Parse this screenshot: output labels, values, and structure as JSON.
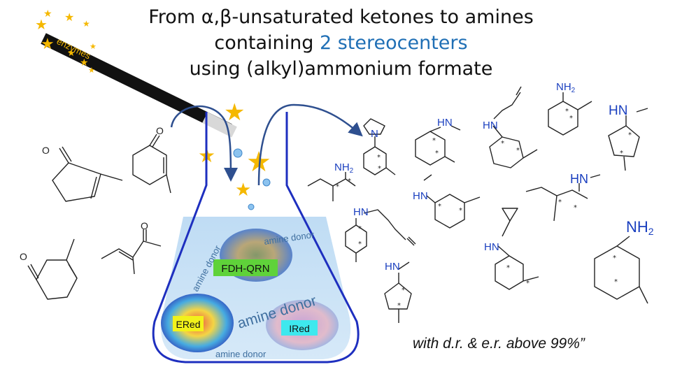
{
  "title": {
    "line1": "From α,β-unsaturated ketones to amines",
    "line2_prefix": "containing ",
    "line2_accent": "2 stereocenters",
    "line3": "using (alkyl)ammonium formate"
  },
  "wand_label": "enzymes",
  "flask": {
    "amine_donor_label": "amine donor",
    "enzymes": [
      {
        "label": "FDH-QRN",
        "color": "#5fd23a"
      },
      {
        "label": "ERed",
        "color": "#f2f21a"
      },
      {
        "label": "IRed",
        "color": "#3ee8ee"
      }
    ]
  },
  "atoms": {
    "N": "N",
    "H": "H",
    "NH2": "NH",
    "sub2": "2",
    "HN": "HN",
    "O": "O",
    "stereo": "*"
  },
  "footer": "with d.r. & e.r. above 99%”",
  "colors": {
    "accent": "#1f6fb5",
    "nitrogen": "#1a3fbf",
    "flask_outline": "#1e2fbf",
    "star": "#f5b800"
  }
}
